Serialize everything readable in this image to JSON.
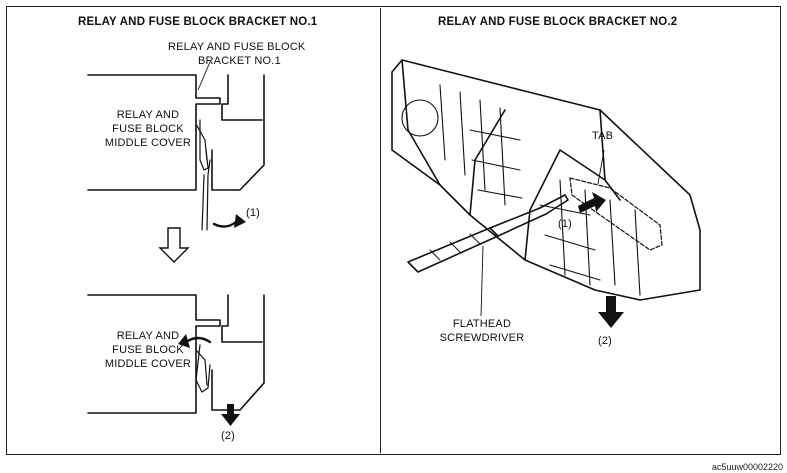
{
  "panel1": {
    "title": "RELAY AND FUSE BLOCK BRACKET NO.1",
    "bracket_label_line1": "RELAY AND FUSE BLOCK",
    "bracket_label_line2": "BRACKET NO.1",
    "top_cover_line1": "RELAY AND",
    "top_cover_line2": "FUSE BLOCK",
    "top_cover_line3": "MIDDLE COVER",
    "step1": "(1)",
    "bottom_cover_line1": "RELAY AND",
    "bottom_cover_line2": "FUSE BLOCK",
    "bottom_cover_line3": "MIDDLE COVER",
    "step2": "(2)"
  },
  "panel2": {
    "title": "RELAY AND FUSE BLOCK BRACKET NO.2",
    "tab_label": "TAB",
    "step1": "(1)",
    "tool_line1": "FLATHEAD",
    "tool_line2": "SCREWDRIVER",
    "step2": "(2)"
  },
  "figure_code": "ac5uuw00002220"
}
